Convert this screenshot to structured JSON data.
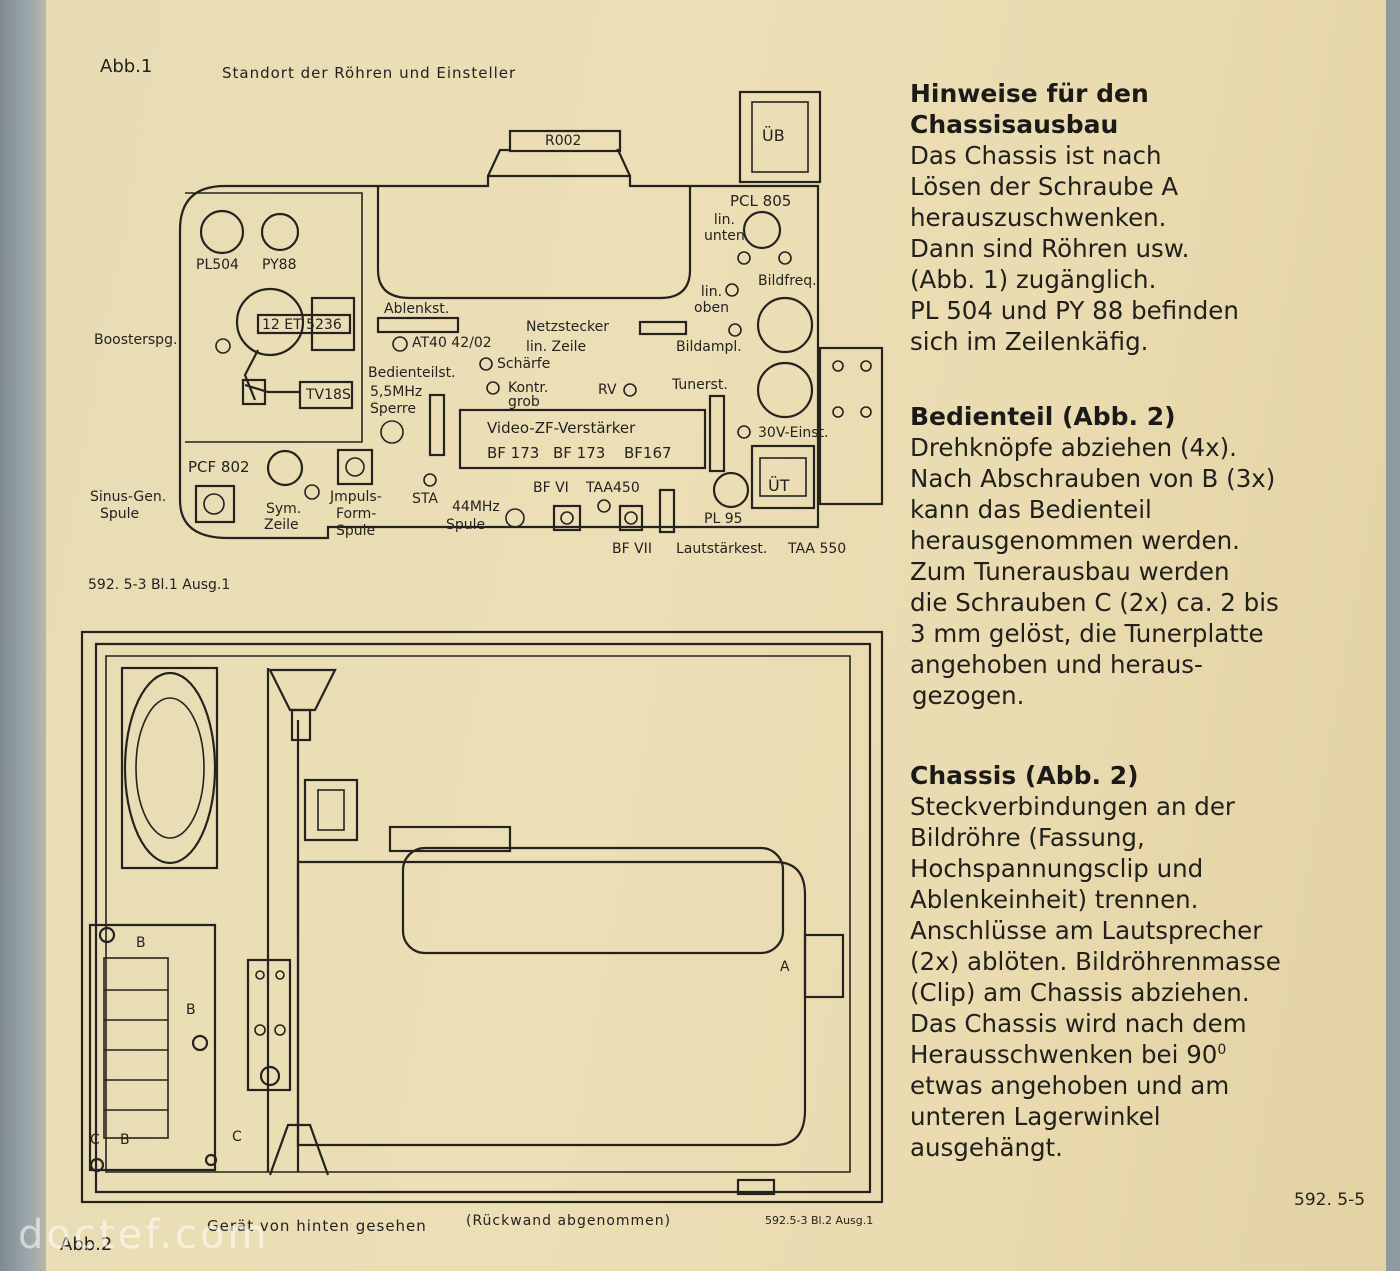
{
  "fig1": {
    "label": "Abb.1",
    "title": "Standort der Röhren und Einsteller",
    "parts": {
      "r002": "R002",
      "ub": "ÜB",
      "pcl805": "PCL 805",
      "lin_unten": "lin.\nunten",
      "bildfreq": "Bildfreq.",
      "lin_oben": "lin.\noben",
      "pl504": "PL504",
      "py88": "PY88",
      "ablenkst": "Ablenkst.",
      "et5236": "12 ET 5236",
      "netzstecker": "Netzstecker",
      "boosterspg": "Boosterspg.",
      "at40": "AT40 42/02",
      "lin_zeile": "lin. Zeile",
      "bildampl": "Bildampl.",
      "schaerfe": "Schärfe",
      "bedienteilst": "Bedienteilst.",
      "tv18s": "TV18S",
      "kontr": "Kontr.",
      "grob": "grob",
      "rv": "RV",
      "tunerst": "Tunerst.",
      "mhz55": "5,5MHz",
      "sperre": "Sperre",
      "video_zf": "Video-ZF-Verstärker",
      "bf173a": "BF 173",
      "bf173b": "BF 173",
      "bf167": "BF167",
      "v30": "30V-Einst.",
      "pcf802": "PCF 802",
      "ut": "ÜT",
      "sinus_gen": "Sinus-Gen.",
      "spule1": "Spule",
      "sym": "Sym.",
      "zeile": "Zeile",
      "impuls": "Jmpuls-",
      "form": "Form-",
      "spule2": "Spule",
      "sta": "STA",
      "mhz44": "44MHz",
      "spule3": "Spule",
      "bfvi": "BF VI",
      "taa450": "TAA450",
      "pl95": "PL 95",
      "bfvii": "BF VII",
      "lautstaerkest": "Lautstärkest.",
      "taa550": "TAA 550"
    },
    "code": "592. 5-3 Bl.1 Ausg.1"
  },
  "fig2": {
    "label": "Abb.2",
    "caption_a": "Gerät von hinten gesehen",
    "caption_b": "(Rückwand abgenommen)",
    "code": "592.5-3 Bl.2 Ausg.1",
    "b_label": "B",
    "c_label": "C",
    "a_label": "A"
  },
  "text": {
    "s1_title": [
      "Hinweise für den",
      "Chassisausbau"
    ],
    "s1_body": [
      "Das Chassis ist nach",
      "Lösen der Schraube A",
      "herauszuschwenken.",
      "Dann sind Röhren usw.",
      "(Abb. 1) zugänglich.",
      "PL 504 und PY 88 befinden",
      "sich im Zeilenkäfig."
    ],
    "s2_title": "Bedienteil (Abb. 2)",
    "s2_body": [
      "Drehknöpfe abziehen (4x).",
      "Nach Abschrauben von B (3x)",
      "kann das Bedienteil",
      "herausgenommen werden.",
      "Zum Tunerausbau werden",
      "die Schrauben C (2x) ca. 2 bis",
      "3 mm gelöst, die Tunerplatte",
      "angehoben und heraus-",
      "gezogen."
    ],
    "s3_title": "Chassis (Abb. 2)",
    "s3_body": [
      "Steckverbindungen an der",
      "Bildröhre (Fassung,",
      "Hochspannungsclip und",
      "Ablenkeinheit) trennen.",
      "Anschlüsse am Lautsprecher",
      "(2x) ablöten. Bildröhrenmasse",
      "(Clip) am Chassis abziehen.",
      "Das Chassis wird nach dem",
      "Herausschwenken bei 90",
      "etwas angehoben und am",
      "unteren Lagerwinkel",
      "ausgehängt."
    ],
    "s3_deg": "0",
    "page_code": "592. 5-5"
  },
  "watermark": "doctef.com"
}
